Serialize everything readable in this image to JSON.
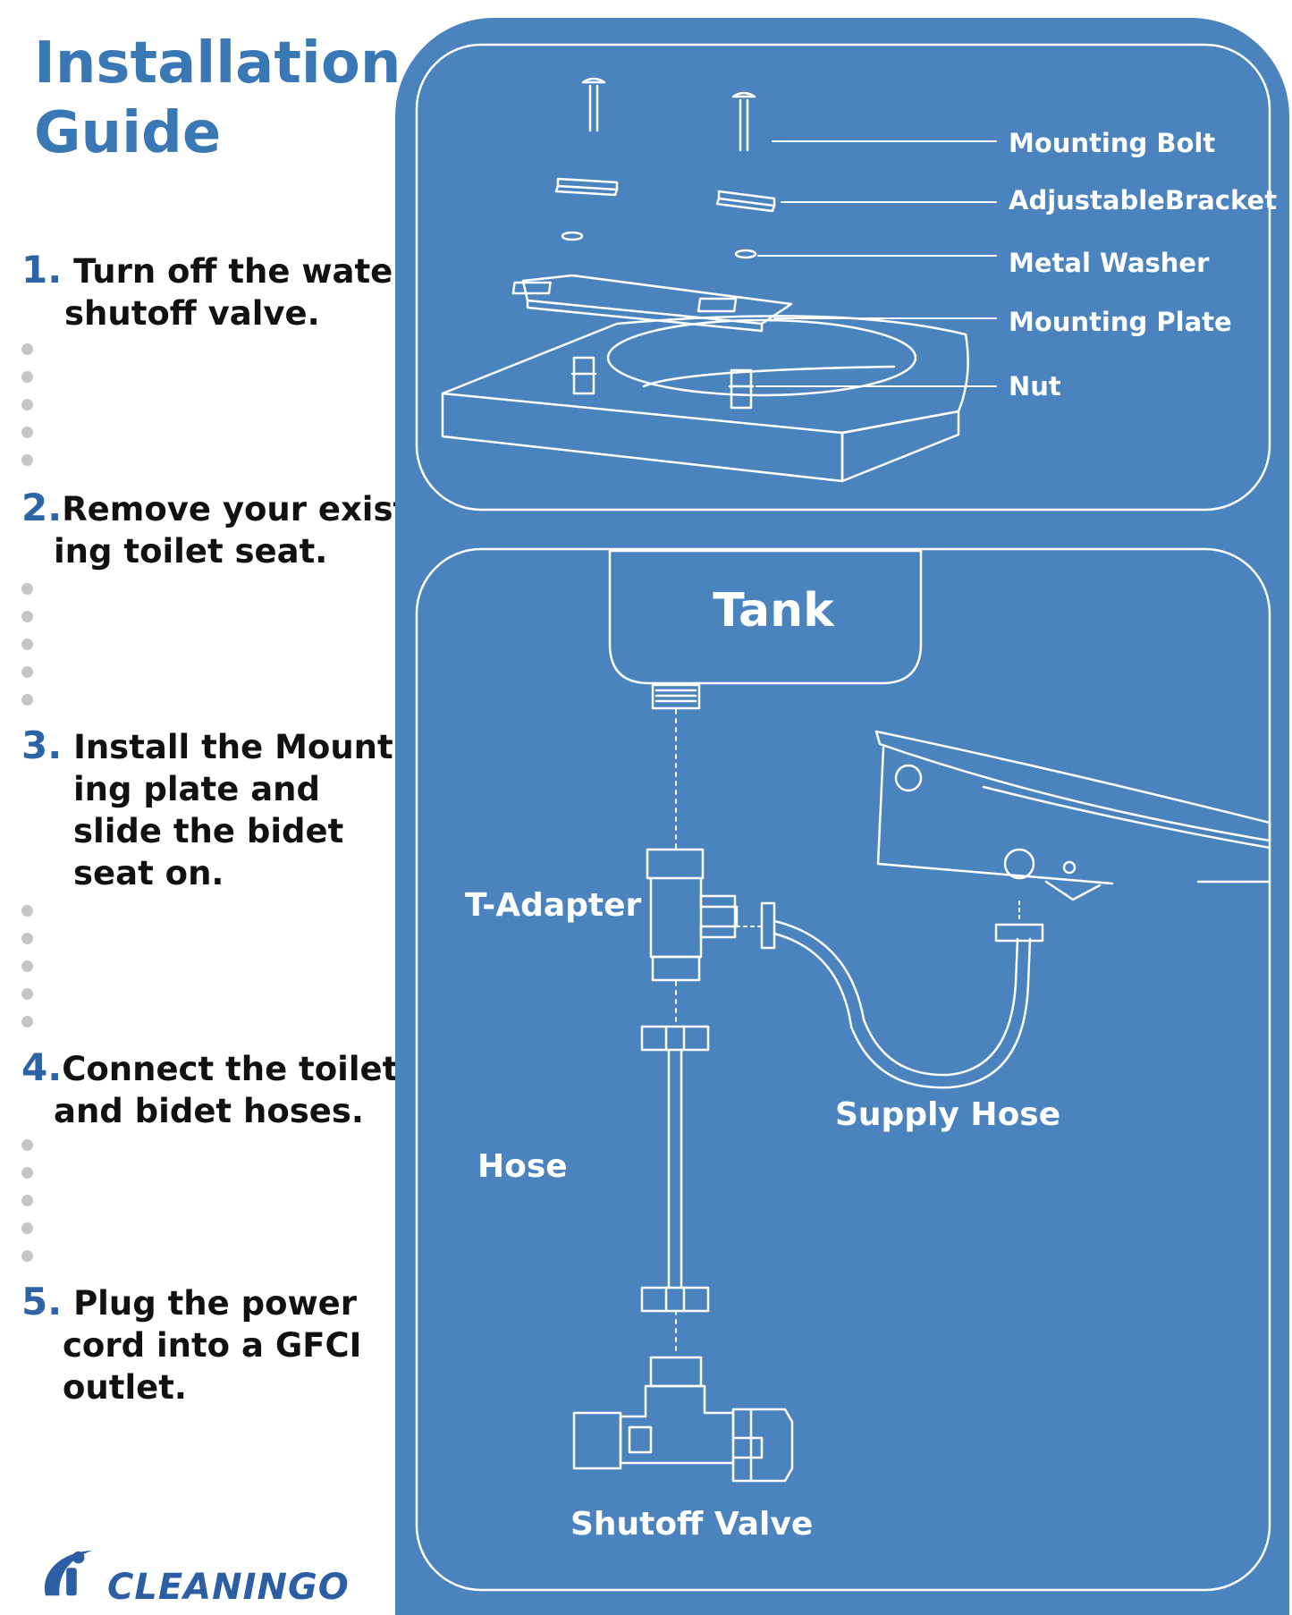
{
  "title": {
    "line1": "Installation",
    "line2": "Guide"
  },
  "steps": [
    {
      "num": "1.",
      "line1": " Turn off the water",
      "line2": "shutoff valve."
    },
    {
      "num": "2.",
      "line1": "Remove your exist",
      "line2": "ing toilet seat."
    },
    {
      "num": "3.",
      "line1": " Install the Mount",
      "line2": "ing plate and",
      "line3": "slide the bidet",
      "line4": "seat on."
    },
    {
      "num": "4.",
      "line1": "Connect the toilet",
      "line2": "and bidet hoses."
    },
    {
      "num": "5.",
      "line1": " Plug the power",
      "line2": "cord into a GFCI",
      "line3": "outlet."
    }
  ],
  "brand": {
    "name": "CLEANINGO"
  },
  "top_diagram": {
    "labels": {
      "mounting_bolt": "Mounting Bolt",
      "adjustable_bracket": "AdjustableBracket",
      "metal_washer": "Metal Washer",
      "mounting_plate": "Mounting Plate",
      "nut": "Nut"
    }
  },
  "bottom_diagram": {
    "labels": {
      "tank": "Tank",
      "t_adapter": "T-Adapter",
      "supply_hose": "Supply Hose",
      "hose": "Hose",
      "shutoff_valve": "Shutoff Valve"
    }
  },
  "colors": {
    "panel": "#4a83bd",
    "title": "#3a78b5",
    "step_number": "#2d64a5",
    "dots": "#c6c6c6",
    "line_art": "#ffffff"
  }
}
